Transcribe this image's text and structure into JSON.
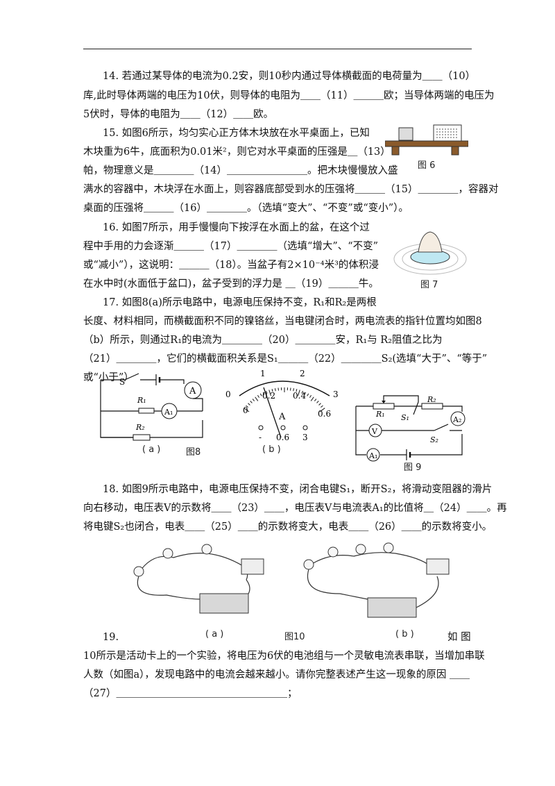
{
  "q14": {
    "l1": "14. 若通过某导体的电流为0.2安，则10秒内通过导体横截面的电荷量为＿＿（10）",
    "l2": "库,此时导体两端的电压为10伏，则导体的电阻为＿＿（11）＿＿＿欧；当导体两端的电压为",
    "l3": "5伏时，导体的电阻为＿＿（12）＿＿欧。"
  },
  "q15": {
    "l1": "15. 如图6所示，均匀实心正方体木块放在水平桌面上，已知",
    "l2": "木块重为6牛，底面积为0.01米²，则它对水平桌面的压强是＿（13）",
    "l3": "帕，物理意义是＿＿＿＿（14）＿＿＿＿＿＿＿＿。把木块慢慢放入盛",
    "l4": "满水的容器中，木块浮在水面上，则容器底部受到水的压强将＿＿＿（15）＿＿＿＿，容器对",
    "l5": "桌面的压强将＿＿＿（16）＿＿＿＿。（选填“变大”、“不变”或“变小”）。",
    "fig": "图 6"
  },
  "q16": {
    "l1": "16. 如图7所示，用手慢慢向下按浮在水面上的盆，在这个过",
    "l2": "程中手用的力会逐渐＿＿＿（17）＿＿＿＿（选填“增大”、“不变”",
    "l3": "或“减小”），这说明：＿＿＿（18）。当盆子有2×10⁻⁴米³的体积浸",
    "l4": "在水中时(水面低于盆口)，盆子受到的浮力是 ＿（19）＿＿＿牛。",
    "fig": "图 7"
  },
  "q17": {
    "l1": "17. 如图8(a)所示电路中，电源电压保持不变，R₁和R₂是两根",
    "l2": "长度、材料相同，而横截面积不同的镍铬丝，当电键闭合时，两电流表的指针位置均如图8",
    "l3": "（b）所示，则通过R₁的电流为＿＿＿＿（20）＿＿＿＿安，R₁与 R₂阻值之比为",
    "l4": "（21）＿＿＿＿，它们的横截面积关系是S₁＿＿＿（22）＿＿＿＿S₂(选填“大于”、“等于”",
    "l5": "或“小于”）"
  },
  "fig8a": {
    "S": "S",
    "A": "A",
    "A1": "A₁",
    "R1": "R₁",
    "R2": "R₂",
    "cap_a": "( a )",
    "cap": "图8"
  },
  "fig8b": {
    "top0": "0",
    "top1": "1",
    "top2": "2",
    "top3": "3",
    "bot0": "0",
    "bot1": "0.2",
    "bot2": "0.4",
    "bot3": "0.6",
    "needle": "A",
    "minus": "-",
    "t1": "0.6",
    "t2": "3",
    "cap": "( b )"
  },
  "fig9": {
    "R1": "R₁",
    "R2": "R₂",
    "S1": "S₁",
    "S2": "S₂",
    "A2": "A₂",
    "V": "V",
    "A1": "A₁",
    "cap": "图 9"
  },
  "q18": {
    "l1": "18. 如图9所示电路中，电源电压保持不变，闭合电键S₁，断开S₂，将滑动变阻器的滑片",
    "l2": "向右移动，电压表V的示数将＿＿（23）＿＿，电压表V与电流表A₁的比值将＿（24）＿＿。再",
    "l3": "将电键S₂也闭合，电表＿＿（25）＿＿的示数将变大，电表＿＿（26）＿＿的示数将变小。"
  },
  "fig10": {
    "cap_a": "( a )",
    "cap": "图10",
    "cap_b": "( b )"
  },
  "q19": {
    "num": "19.",
    "l1r": "如 图",
    "l2": "10所示是活动卡上的一个实验，将电压为6伏的电池组与一个灵敏电流表串联，当增加串联",
    "l3": "人数（如图a），发现电路中的电流会越来越小。请你完整表述产生这一现象的原因 ＿＿",
    "l4": "（27）＿＿＿＿＿＿＿＿＿＿＿＿＿＿＿＿＿；"
  }
}
